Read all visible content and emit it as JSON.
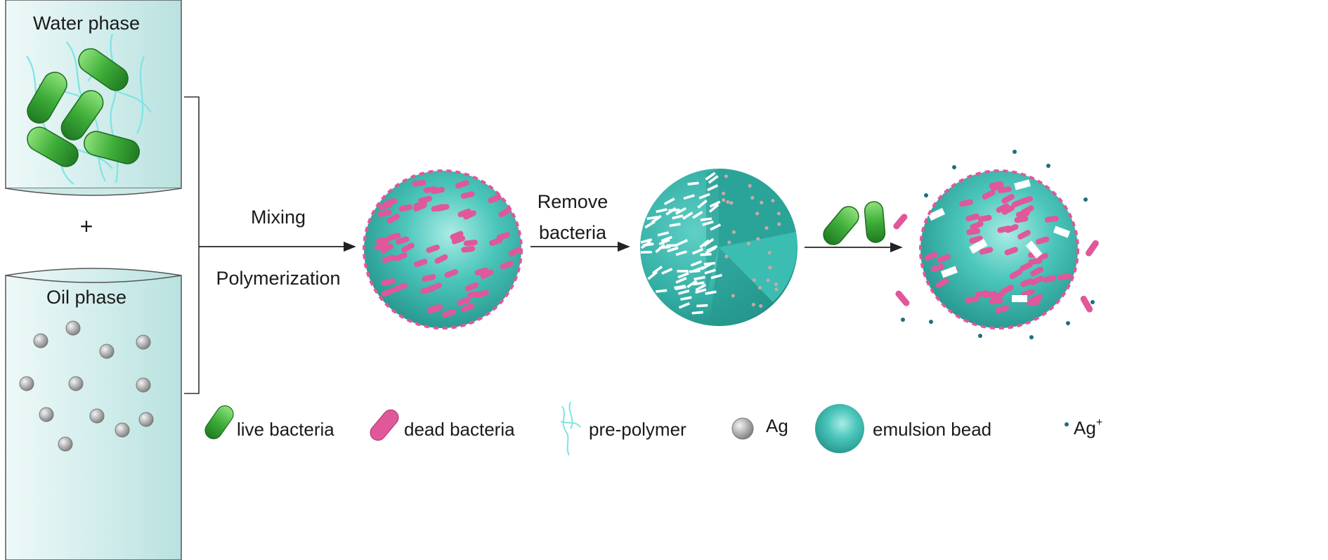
{
  "colors": {
    "bead_teal": "#3fb7ad",
    "bead_teal_dark": "#1f8f86",
    "live_bacteria": "#3fae3a",
    "dead_bacteria": "#e0579a",
    "pre_polymer": "#7ee4e4",
    "ag_particle": "#a8a8a8",
    "ag_ion": "#1f6f78",
    "cylinder": "#d8f0ef"
  },
  "left": {
    "water_phase_label": "Water phase",
    "plus_label": "+",
    "oil_phase_label": "Oil phase"
  },
  "steps": {
    "mixing_label": "Mixing",
    "polymerization_label": "Polymerization",
    "remove_label": "Remove",
    "bacteria_label": "bacteria"
  },
  "legend": {
    "live_bacteria": "live bacteria",
    "dead_bacteria": "dead bacteria",
    "pre_polymer": "pre-polymer",
    "ag": "Ag",
    "emulsion_bead": "emulsion bead",
    "ag_ion_base": "Ag",
    "ag_ion_sup": "+"
  },
  "icons": {
    "live": "live-bacterium-icon",
    "dead": "dead-bacterium-icon",
    "polymer": "pre-polymer-icon",
    "ag": "ag-particle-icon",
    "bead": "emulsion-bead-icon",
    "ion": "ag-ion-icon"
  }
}
